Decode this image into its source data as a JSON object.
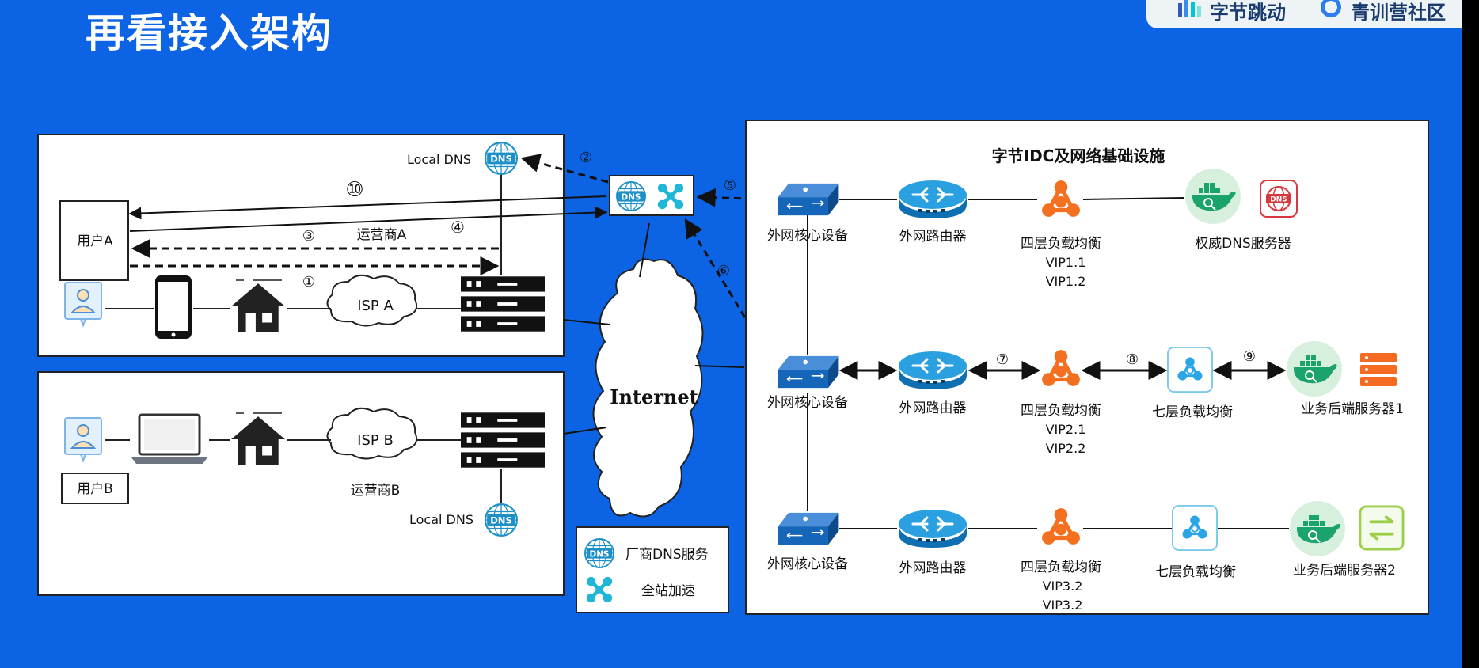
{
  "slide": {
    "title": "再看接入架构",
    "brand": {
      "left_text": "字节跳动",
      "right_text": "青训营社区"
    }
  },
  "left_top": {
    "local_dns_label": "Local DNS",
    "user_label": "用户A",
    "carrier_label": "运营商A",
    "isp_label": "ISP A"
  },
  "left_bottom": {
    "user_label": "用户B",
    "carrier_label": "运营商B",
    "isp_label": "ISP B",
    "local_dns_label": "Local DNS"
  },
  "internet_label": "Internet",
  "dns_icon_text": "DNS",
  "steps": [
    "①",
    "②",
    "③",
    "④",
    "⑤",
    "⑥",
    "⑦",
    "⑧",
    "⑨",
    "⑩"
  ],
  "legend": {
    "vendor_dns": "厂商DNS服务",
    "acceleration": "全站加速"
  },
  "idc": {
    "title": "字节IDC及网络基础设施",
    "rows": [
      {
        "core": "外网核心设备",
        "router": "外网路由器",
        "l4": "四层负载均衡",
        "vips": [
          "VIP1.1",
          "VIP1.2"
        ],
        "l7": "",
        "end": "权威DNS服务器"
      },
      {
        "core": "外网核心设备",
        "router": "外网路由器",
        "l4": "四层负载均衡",
        "vips": [
          "VIP2.1",
          "VIP2.2"
        ],
        "l7": "七层负载均衡",
        "end": "业务后端服务器1"
      },
      {
        "core": "外网核心设备",
        "router": "外网路由器",
        "l4": "四层负载均衡",
        "vips": [
          "VIP3.2",
          "VIP3.2"
        ],
        "l7": "七层负载均衡",
        "end": "业务后端服务器2"
      }
    ]
  },
  "colors": {
    "background": "#0c63e4",
    "panel": "#ffffff",
    "router": "#1d8fd6",
    "switch": "#1565b8",
    "load_balancer": "#f37021",
    "l7_icon": "#2aa6e6",
    "docker_bg": "#d7f0dd",
    "docker": "#1aa36b",
    "dns_red": "#d9363e",
    "server_orange": "#f46b21",
    "green_box": "#9ccf4a"
  }
}
